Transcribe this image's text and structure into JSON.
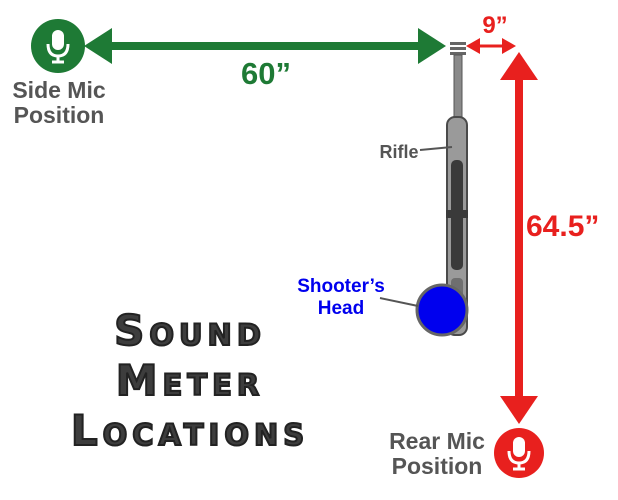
{
  "labels": {
    "side_mic_line1": "Side Mic",
    "side_mic_line2": "Position",
    "rear_mic_line1": "Rear Mic",
    "rear_mic_line2": "Position",
    "rifle": "Rifle",
    "shooter_line1": "Shooter’s",
    "shooter_line2": "Head",
    "title_line1": "Sound",
    "title_line2": "Meter",
    "title_line3": "Locations"
  },
  "distances": {
    "side": "60”",
    "offset": "9”",
    "rear": "64.5”"
  },
  "icons": {
    "side_mic": "microphone-icon",
    "rear_mic": "microphone-icon"
  },
  "colors": {
    "side_green": "#1e7a35",
    "rear_red": "#e8201e",
    "head_blue": "#0000ee",
    "rifle_gray": "#666666",
    "label_gray": "#555555"
  }
}
